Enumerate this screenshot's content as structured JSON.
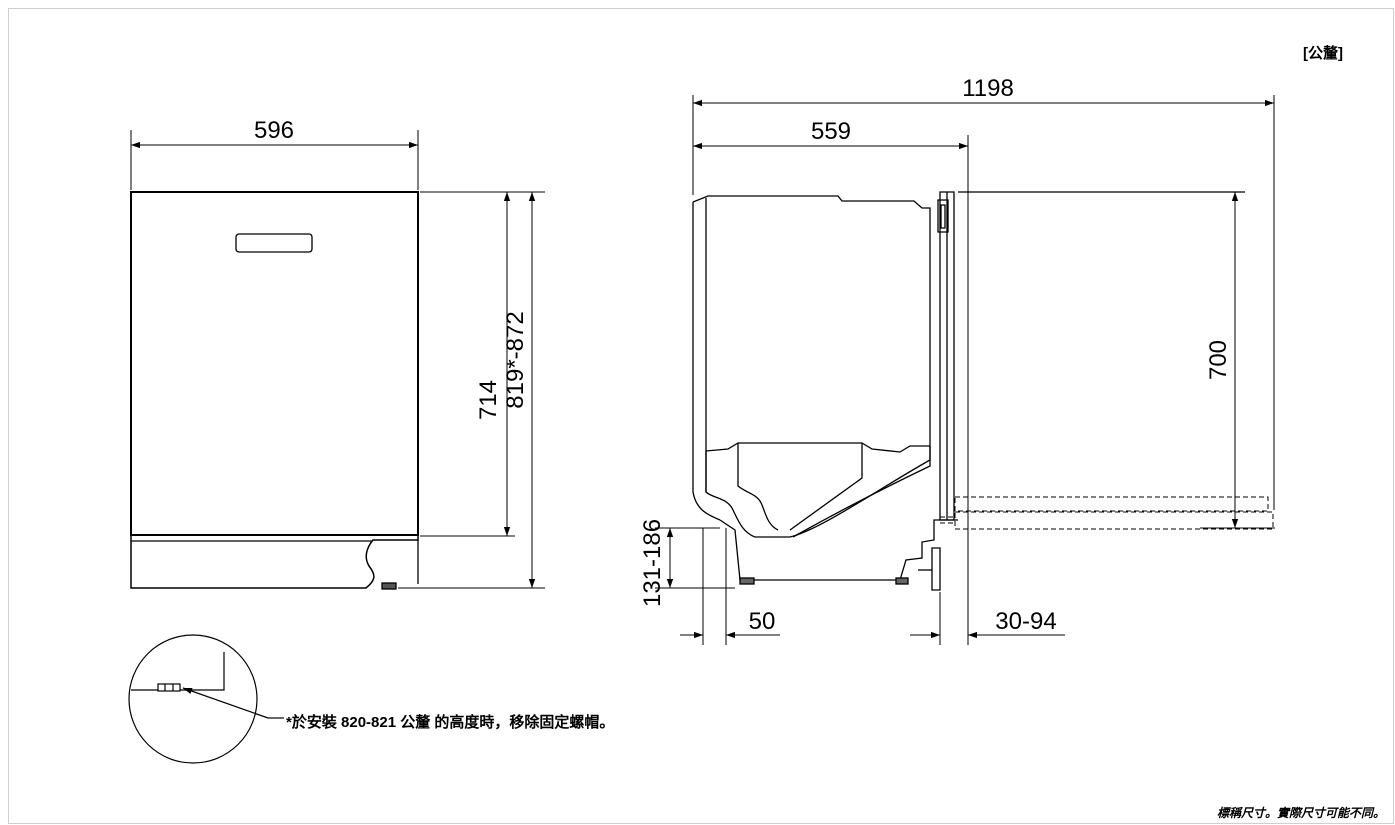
{
  "units_label": "[公釐]",
  "footnote": "*於安裝 820-821 公釐 的高度時，移除固定螺帽。",
  "disclaimer": "標稱尺寸。實際尺寸可能不同。",
  "front_view": {
    "width": "596",
    "door_height": "714",
    "total_height": "819*-872"
  },
  "side_view": {
    "door_open_depth": "1198",
    "depth": "559",
    "door_height": "700",
    "plinth_height": "131-186",
    "foot_offset": "50",
    "plinth_recess": "30-94"
  }
}
